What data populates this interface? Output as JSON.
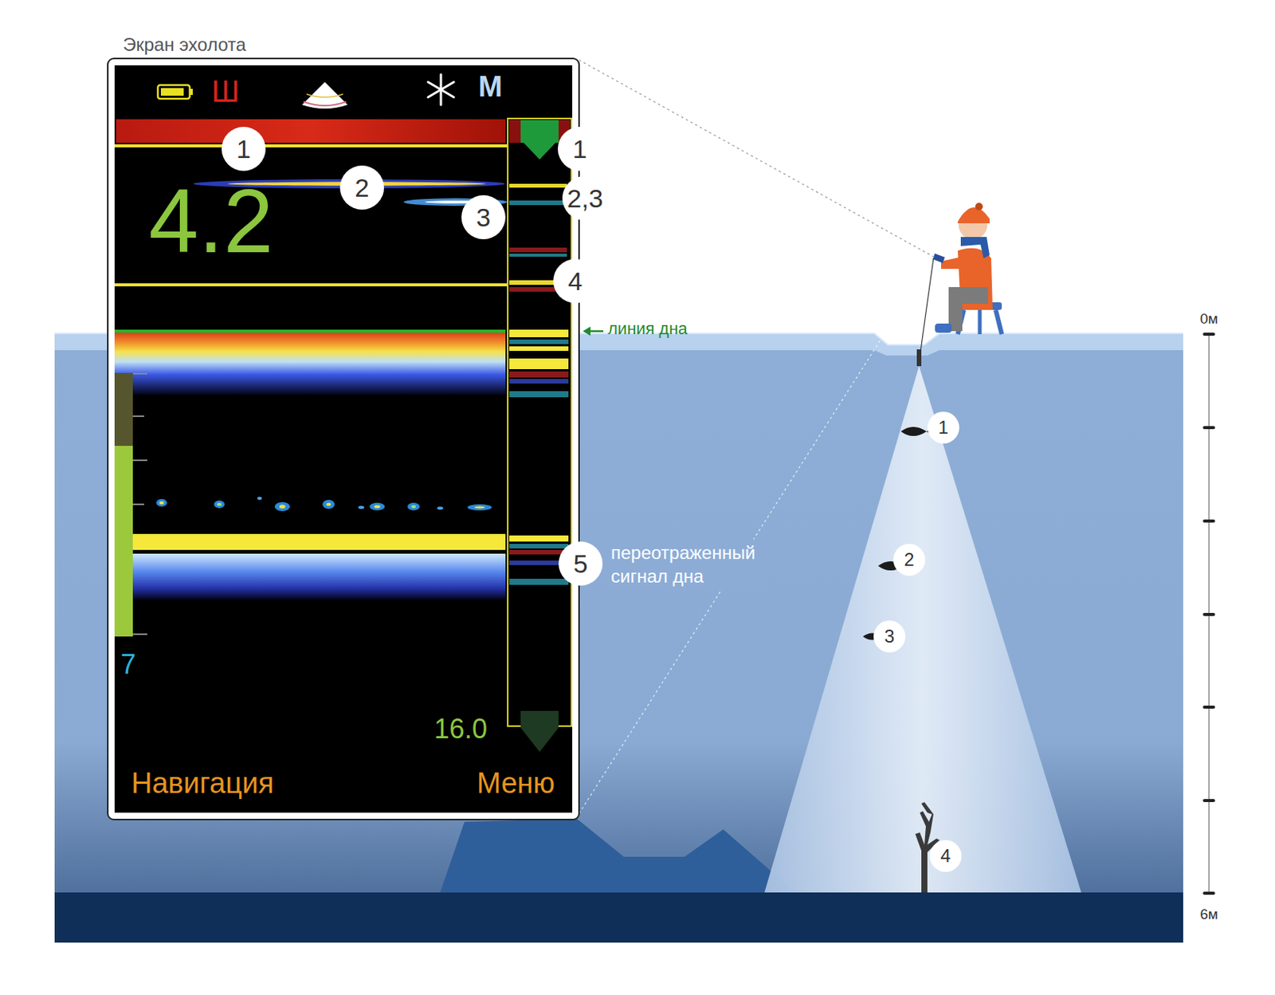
{
  "diagram": {
    "nodes": [
      {
        "text": [
          "Экран эхолота"
        ]
      },
      {
        "text": [
          "1"
        ]
      },
      {
        "text": [
          "1"
        ]
      },
      {
        "text": [
          "2"
        ]
      },
      {
        "text": [
          "2,3"
        ]
      },
      {
        "text": [
          "3"
        ]
      },
      {
        "text": [
          "4"
        ]
      },
      {
        "text": [
          "5"
        ]
      },
      {
        "text": [
          "1"
        ]
      },
      {
        "text": [
          "2"
        ]
      },
      {
        "text": [
          "3"
        ]
      },
      {
        "text": [
          "4"
        ]
      }
    ],
    "labels": [
      "Ш",
      "М",
      "4.2",
      "линия дна",
      "переотраженный сигнал дна",
      "7",
      "16.0",
      "Навигация",
      "Меню",
      "0м",
      "6м"
    ]
  }
}
